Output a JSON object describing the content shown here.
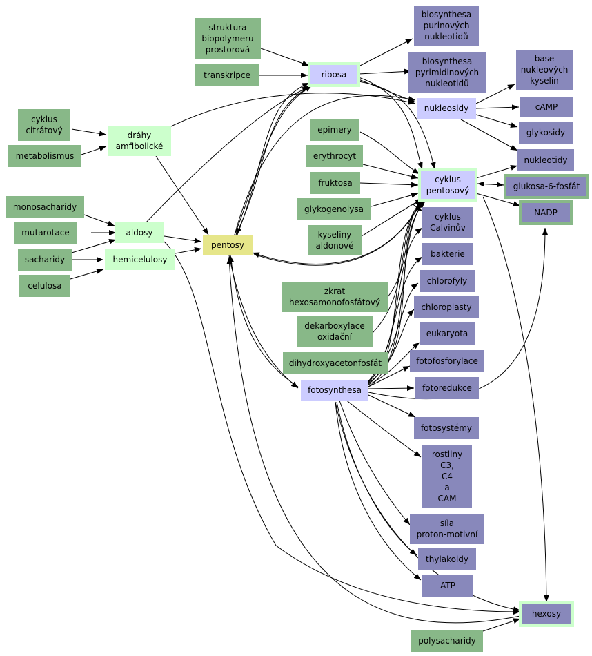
{
  "nodes": {
    "struktura": "struktura\nbiopolymeru\nprostorová",
    "transkripce": "transkripce",
    "ribosa": "ribosa",
    "biosynthesa_purin": "biosynthesa\npurinových\nnukleotidů",
    "biosynthesa_pyrim": "biosynthesa\npyrimidinových\nnukleotidů",
    "base": "base\nnukleových\nkyselin",
    "nukleosidy": "nukleosidy",
    "camp": "cAMP",
    "glykosidy": "glykosidy",
    "nukleotidy": "nukleotidy",
    "cyklus_citratovy": "cyklus\ncitrátový",
    "metabolismus": "metabolismus",
    "drahy": "dráhy\namfibolické",
    "epimery": "epimery",
    "erythrocyt": "erythrocyt",
    "fruktosa": "fruktosa",
    "glykogenolysa": "glykogenolysa",
    "kyseliny_aldonove": "kyseliny\naldonové",
    "cyklus_pentosovy": "cyklus\npentosový",
    "glukosa6fosfat": "glukosa-6-fosfát",
    "nadp": "NADP",
    "cyklus_calvinuv": "cyklus\nCalvinův",
    "monosacharidy": "monosacharidy",
    "mutarotace": "mutarotace",
    "sacharidy": "sacharidy",
    "celulosa": "celulosa",
    "aldosy": "aldosy",
    "hemicelulosy": "hemicelulosy",
    "pentosy": "pentosy",
    "bakterie": "bakterie",
    "chlorofyly": "chlorofyly",
    "chloroplasty": "chloroplasty",
    "eukaryota": "eukaryota",
    "fotofosforylace": "fotofosforylace",
    "fotoredukce": "fotoredukce",
    "zkrat": "zkrat\nhexosamonofosfátový",
    "dekarboxylace": "dekarboxylace\noxidační",
    "dihydroxyaceton": "dihydroxyacetonfosfát",
    "fotosynthesa": "fotosynthesa",
    "fotosystemy": "fotosystémy",
    "rostliny": "rostliny\nC3,\nC4\na\nCAM",
    "sila": "síla\nproton-motivní",
    "thylakoidy": "thylakoidy",
    "atp": "ATP",
    "hexosy": "hexosy",
    "polysacharidy": "polysacharidy"
  },
  "colors": {
    "dark_green": "#88b888",
    "purple": "#8888bb",
    "light_green": "#ccffcc",
    "light_purple": "#ccccff",
    "yellow": "#e6e68a",
    "edge": "#000000"
  }
}
